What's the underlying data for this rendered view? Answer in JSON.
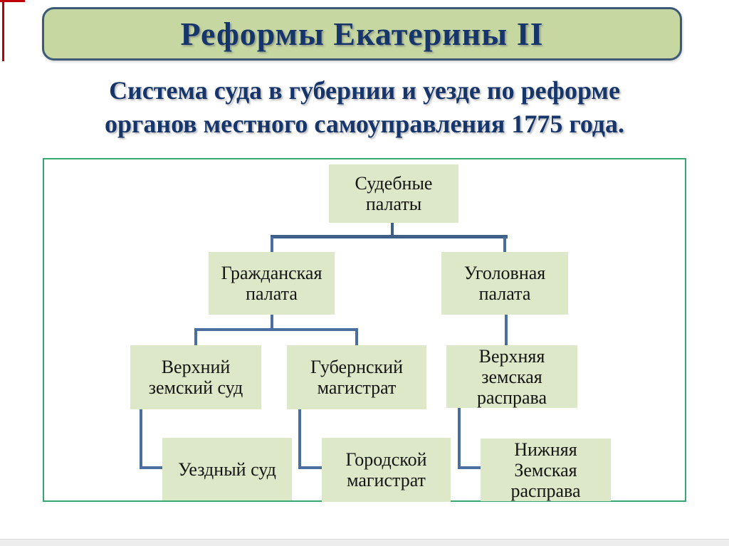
{
  "slide": {
    "title": "Реформы Екатерины II",
    "subtitle": "Система суда в губернии и уезде по реформе\nорганов местного самоуправления 1775 года."
  },
  "diagram": {
    "nodes": [
      {
        "id": "sudebnye-palaty",
        "label": "Судебные\nпалаты"
      },
      {
        "id": "grazhdanskaya-palata",
        "label": "Гражданская\nпалата"
      },
      {
        "id": "ugolovnaya-palata",
        "label": "Уголовная\nпалата"
      },
      {
        "id": "verkhniy-zemskiy-sud",
        "label": "Верхний\nземский суд"
      },
      {
        "id": "gubernskiy-magistrat",
        "label": "Губернский\nмагистрат"
      },
      {
        "id": "verkhnyaya-zemskaya-rasprava",
        "label": "Верхняя\nземская\nрасправа"
      },
      {
        "id": "uezdny-sud",
        "label": "Уездный суд"
      },
      {
        "id": "gorodskoy-magistrat",
        "label": "Городской\nмагистрат"
      },
      {
        "id": "nizhnyaya-zemskaya-rasprava",
        "label": "Нижняя\nЗемская\nрасправа"
      }
    ]
  },
  "colors": {
    "banner_fill": "#c6d7a2",
    "banner_border": "#3c5a77",
    "title_text": "#16366b",
    "node_fill": "#dde8c9",
    "node_text": "#151515",
    "connector": "#4a6f9f",
    "connector_dark": "#3d5f88",
    "frame_border": "#35a96e",
    "corner_mark": "#c00000",
    "bottom_strip": "#ededed"
  }
}
